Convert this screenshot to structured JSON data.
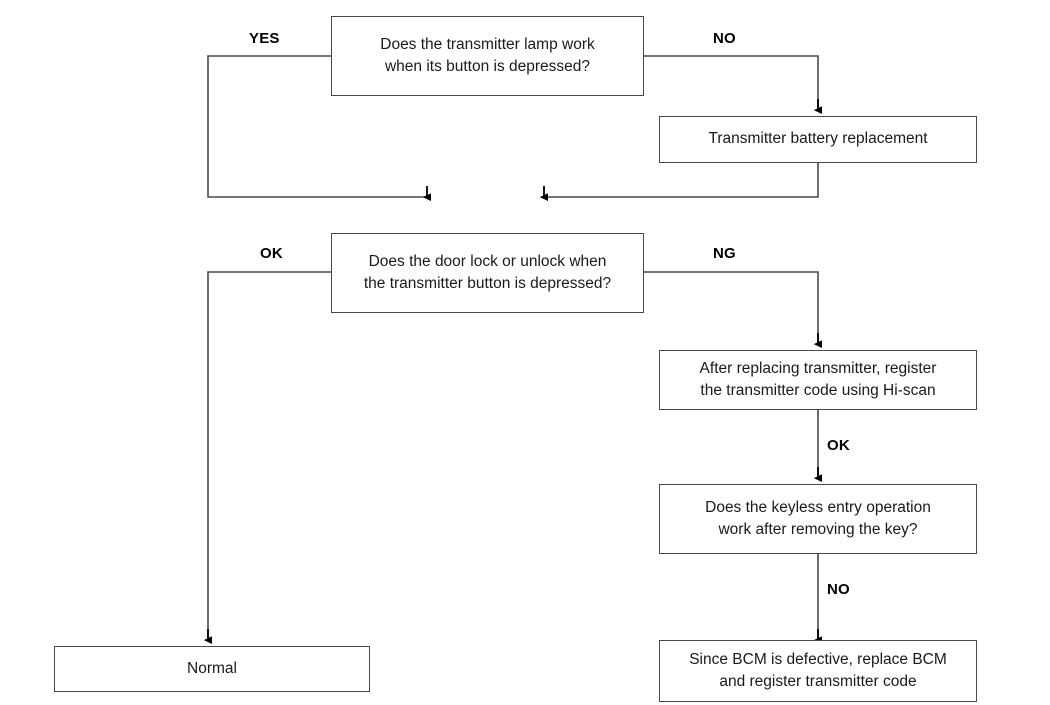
{
  "diagram": {
    "title": "Keyless Entry Troubleshooting Flowchart",
    "line_color": "#4a4a4a",
    "arrow_color": "#000000",
    "box_fill": "#ffffff",
    "text_color": "#1a1a1a"
  },
  "nodes": {
    "transmitter_lamp_check": "Does the transmitter lamp work\nwhen its button is depressed?",
    "battery_replacement": "Transmitter battery replacement",
    "door_lock_check": "Does the door lock or unlock when\nthe transmitter button is depressed?",
    "register_code": "After replacing transmitter, register\nthe transmitter code using Hi-scan",
    "keyless_entry_check": "Does the keyless entry operation\nwork after removing the key?",
    "replace_bcm": "Since BCM is defective, replace BCM\nand register transmitter code",
    "normal": "Normal"
  },
  "edge_labels": {
    "lamp_yes": "YES",
    "lamp_no": "NO",
    "door_ok": "OK",
    "door_ng": "NG",
    "register_ok": "OK",
    "keyless_no": "NO"
  }
}
